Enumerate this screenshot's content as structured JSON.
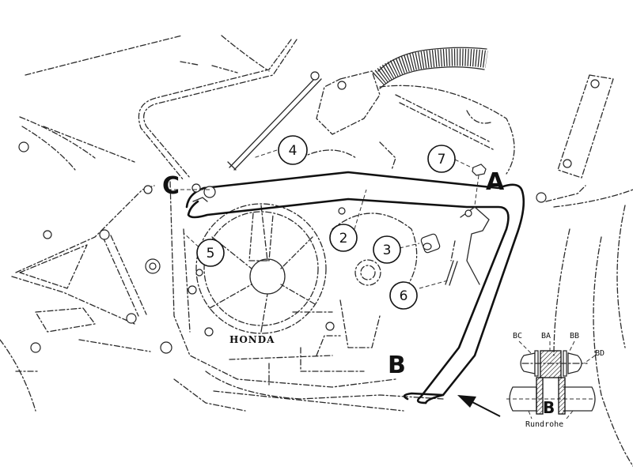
{
  "diagram": {
    "subject": "Motorcycle engine crash bar installation",
    "brand_marking": "HONDA",
    "mount_points": [
      {
        "id": "A",
        "label": "A"
      },
      {
        "id": "B",
        "label": "B"
      },
      {
        "id": "C",
        "label": "C"
      }
    ],
    "callouts": [
      {
        "number": "2",
        "label": "2"
      },
      {
        "number": "3",
        "label": "3"
      },
      {
        "number": "4",
        "label": "4"
      },
      {
        "number": "5",
        "label": "5"
      },
      {
        "number": "6",
        "label": "6"
      },
      {
        "number": "7",
        "label": "7"
      }
    ],
    "detail_inset": {
      "title": "B",
      "parts": [
        "BC",
        "BA",
        "BB",
        "BD"
      ],
      "caption": "Rundrohe"
    },
    "colors": {
      "line": "#2a2a2a",
      "background": "#ffffff"
    }
  }
}
